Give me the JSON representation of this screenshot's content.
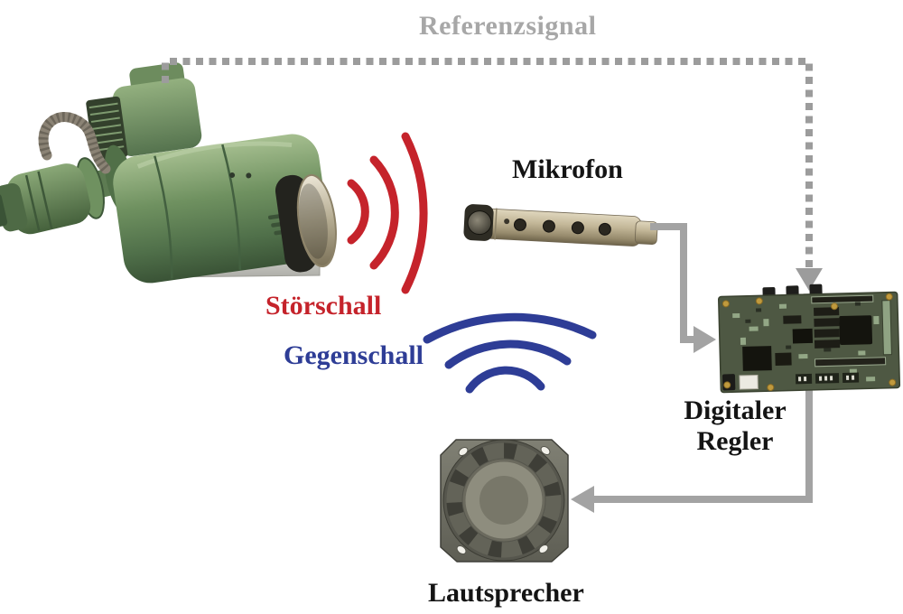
{
  "diagram_type": "block-photo-diagram",
  "labels": {
    "reference_signal": "Referenzsignal",
    "microphone": "Mikrofon",
    "disturbance_noise": "Störschall",
    "anti_noise": "Gegenschall",
    "controller_line1": "Digitaler",
    "controller_line2": "Regler",
    "controller_full": "Digitaler Regler",
    "loudspeaker": "Lautsprecher"
  },
  "components": [
    {
      "id": "machine",
      "label": ""
    },
    {
      "id": "microphone",
      "label": "Mikrofon"
    },
    {
      "id": "digital-controller",
      "label": "Digitaler Regler"
    },
    {
      "id": "loudspeaker",
      "label": "Lautsprecher"
    }
  ],
  "connections": [
    {
      "from": "machine",
      "to": "digital-controller",
      "label": "Referenzsignal",
      "style": "dashed",
      "color": "#9c9c9c"
    },
    {
      "from": "microphone",
      "to": "digital-controller",
      "label": "",
      "style": "solid",
      "color": "#a3a3a3"
    },
    {
      "from": "digital-controller",
      "to": "loudspeaker",
      "label": "",
      "style": "solid",
      "color": "#a3a3a3"
    }
  ],
  "waves": [
    {
      "source": "machine",
      "label": "Störschall",
      "color": "#c5232b",
      "arcs": 3,
      "direction": "right"
    },
    {
      "source": "loudspeaker",
      "label": "Gegenschall",
      "color": "#2e3d96",
      "arcs": 3,
      "direction": "up"
    }
  ],
  "colors": {
    "disturbance_wave": "#c5232b",
    "anti_noise_wave": "#2e3d96",
    "solid_line_gray": "#a3a3a3",
    "dashed_line_gray": "#9c9c9c",
    "reference_text_gray": "#a7a7a7",
    "label_black": "#141414",
    "background": "#ffffff"
  }
}
